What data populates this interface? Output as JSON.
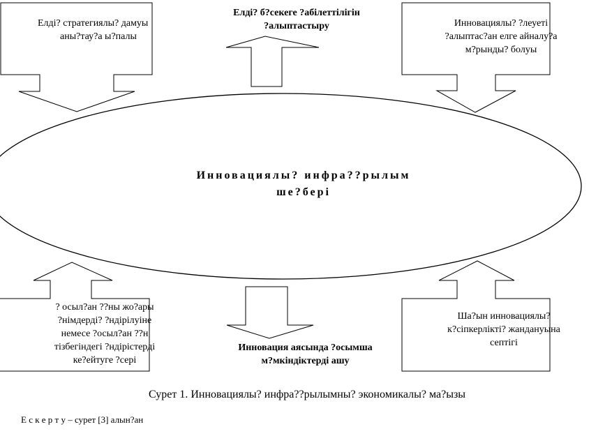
{
  "center": {
    "line1": "Инновациялы? инфра??рылым",
    "line2": "ше?бері"
  },
  "boxes": {
    "top_left": {
      "line1": "Елді? стратегиялы? дамуы",
      "line2": "аны?тау?а ы?палы"
    },
    "top_right": {
      "line1": "Инновациялы? ?леуеті",
      "line2": "?алыптас?ан елге айналу?а",
      "line3": "м?рынды? болуы"
    },
    "bottom_left": {
      "line1": "? осыл?ан ??ны жо?ары",
      "line2": "?німдерді? ?ндірілуіне",
      "line3": "немесе ?осыл?ан ??н",
      "line4": "тізбегіндегі ?ндірістерді",
      "line5": "ке?ейтуге ?сері"
    },
    "bottom_right": {
      "line1": "Ша?ын инновациялы?",
      "line2": "к?сіпкерлікті? жандануына",
      "line3": "септігі"
    }
  },
  "top_center": {
    "line1": "Елді? б?секеге ?абілеттілігін",
    "line2": "?алыптастыру"
  },
  "bottom_center": {
    "line1": "Инновация аясында ?осымша",
    "line2": "м?мкіндіктерді ашу"
  },
  "caption": "Сурет 1.  Инновациялы? инфра??рылымны? экономикалы? ма?ызы",
  "note": "Е с к е р т у – сурет [3] алын?ан"
}
